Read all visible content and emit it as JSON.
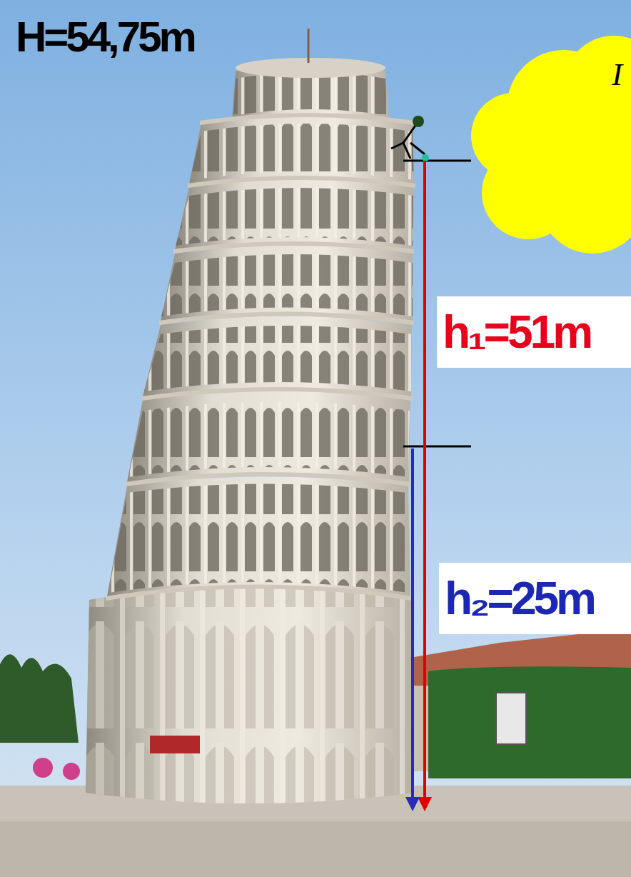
{
  "diagram": {
    "nodes": [
      {
        "text": [
          "I"
        ]
      },
      {
        "text": [
          "h₁=51m"
        ]
      },
      {
        "text": [
          "h₂=25m"
        ]
      }
    ],
    "labels": [
      "H=54,75m"
    ]
  }
}
